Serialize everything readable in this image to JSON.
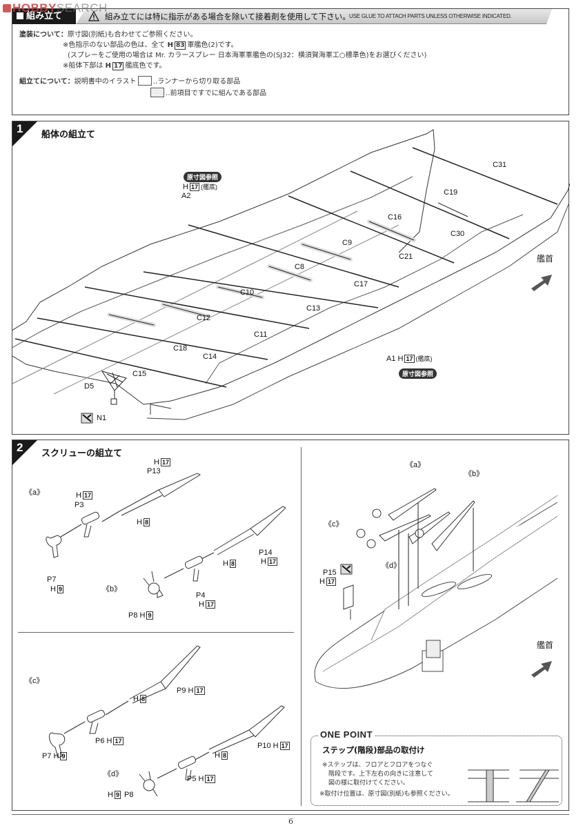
{
  "watermark": {
    "brand": "HOBBY",
    "suffix": "SEARCH"
  },
  "intro": {
    "section_label": "組み立て",
    "warning_icon": "warning-triangle-icon",
    "warning_jp": "組み立てには特に指示がある場合を除いて接着剤を使用して下さい。",
    "warning_en": "USE GLUE TO ATTACH PARTS UNLESS OTHERWISE INDICATED.",
    "painting_label": "塗装について：",
    "painting_lines": [
      "原寸図(別紙)も合わせてご参照ください。",
      "※色指示のない部品の色は、全て",
      "(スプレーをご使用の場合は Mr. カラースプレー 日本海軍軍艦色の(SJ32：横須賀海軍工○標準色)をお選びください)",
      "※船体下部は"
    ],
    "paint_default": {
      "prefix": "H",
      "code": "83",
      "name": "軍艦色(2)です。"
    },
    "paint_hull_bottom": {
      "prefix": "H",
      "code": "17",
      "name": "艦底色です。"
    },
    "assembly_label": "組立てについて：",
    "assembly_intro": "説明書中のイラスト",
    "legend": [
      {
        "desc": "‥ランナーから切り取る部品"
      },
      {
        "desc": "‥前項目ですでに組んである部品"
      }
    ]
  },
  "step1": {
    "number": "1",
    "title": "船体の組立て",
    "ref_badge": "原寸図参照",
    "hull_left": {
      "part": "A2",
      "paint_prefix": "H",
      "paint_code": "17",
      "paint_note": "(艦底)"
    },
    "hull_right": {
      "part": "A1",
      "paint_prefix": "H",
      "paint_code": "17",
      "paint_note": "(艦底)"
    },
    "parts": [
      "C31",
      "C19",
      "C16",
      "C30",
      "C9",
      "C21",
      "C8",
      "C17",
      "C10",
      "C13",
      "C12",
      "C11",
      "C18",
      "C14",
      "C15",
      "D5",
      "N1"
    ],
    "bow_label": "艦首",
    "n1_icon": "no-glue-icon"
  },
  "step2": {
    "number": "2",
    "title": "スクリューの組立て",
    "groups": {
      "a": {
        "label": "《a》",
        "strut": "P3",
        "strut_paint": "17",
        "shaft": "P13",
        "shaft_paint": "17",
        "screw": "P7",
        "screw_paint": "9",
        "tube_paint": "8"
      },
      "b": {
        "label": "《b》",
        "strut": "P4",
        "strut_paint": "17",
        "shaft": "P14",
        "shaft_paint": "17",
        "screw": "P8",
        "screw_paint": "9",
        "tube_paint": "8"
      },
      "c": {
        "label": "《c》",
        "strut": "P6",
        "strut_paint": "17",
        "shaft": "P9",
        "shaft_paint": "17",
        "screw": "P7",
        "screw_paint": "9",
        "tube_paint": "8"
      },
      "d": {
        "label": "《d》",
        "strut": "P5",
        "strut_paint": "17",
        "shaft": "P10",
        "shaft_paint": "17",
        "screw": "P8",
        "screw_paint": "9",
        "tube_paint": "8"
      }
    },
    "assembly_labels": [
      "《a》",
      "《b》",
      "《c》",
      "《d》"
    ],
    "rudder": {
      "part": "P15",
      "paint_prefix": "H",
      "paint_code": "17",
      "icon": "no-glue-icon"
    },
    "bow_label": "艦首",
    "h_prefix": "H",
    "one_point": {
      "title": "ONE POINT",
      "subtitle": "ステップ(階段)部品の取付け",
      "lines": [
        "※ステップは、フロアとフロアをつなぐ",
        "　階段です。上下左右の向きに注意して",
        "　図の様に取付けてください。",
        "※取付け位置は、原寸図(別紙)も参照ください。"
      ]
    }
  },
  "page_number": "6"
}
